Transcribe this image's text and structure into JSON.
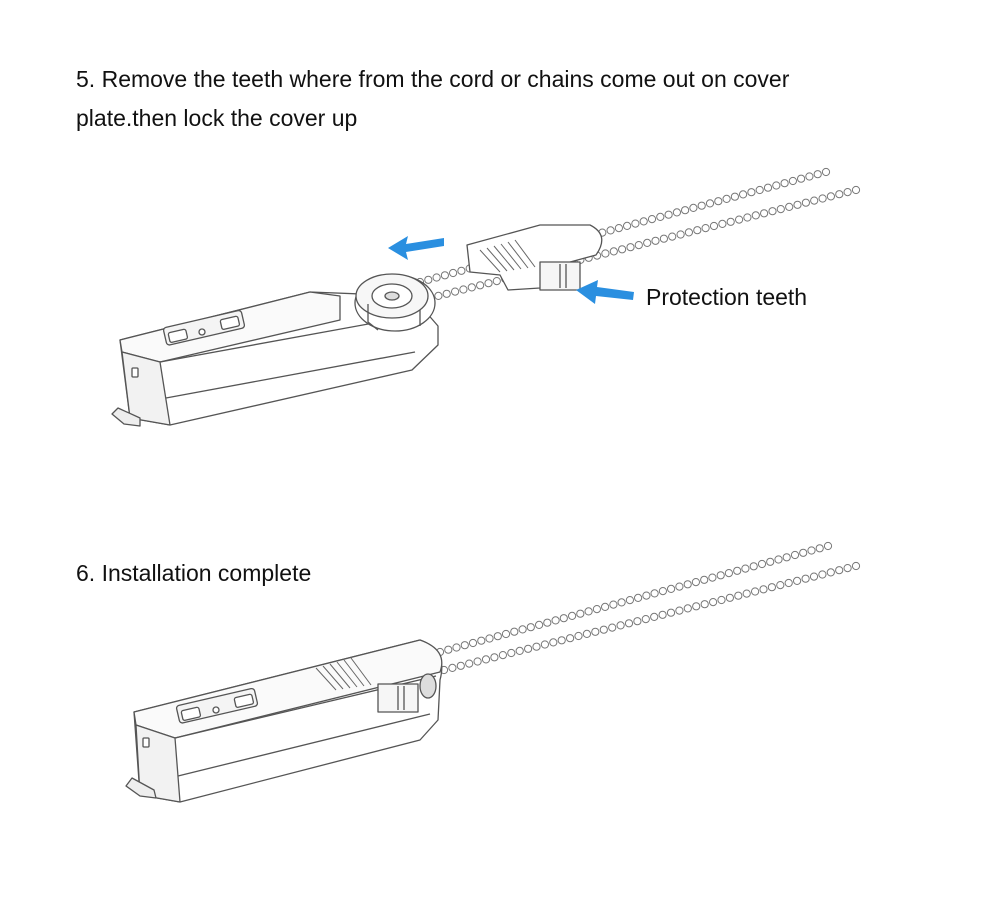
{
  "steps": [
    {
      "number": "5.",
      "text": "Remove the teeth where from the cord or chains come out on cover plate.then lock the cover up"
    },
    {
      "number": "6.",
      "text": "Installation complete"
    }
  ],
  "callout": {
    "label": "Protection teeth"
  },
  "colors": {
    "arrow": "#2a8fe0",
    "line": "#555555",
    "device": "#ffffff"
  },
  "icons": [
    "left-arrow-icon",
    "pointer-arrow-icon",
    "motor-device-illustration",
    "bead-chain-illustration"
  ]
}
